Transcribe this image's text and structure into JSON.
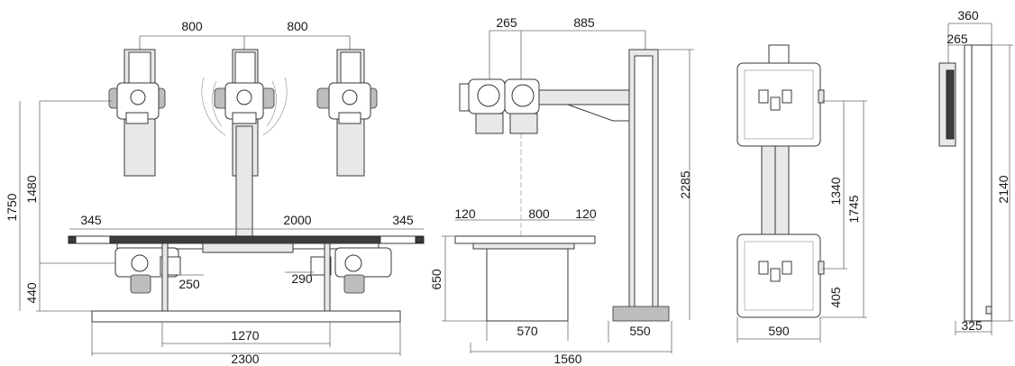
{
  "front_view": {
    "dims": {
      "tube_spacing_left": "800",
      "tube_spacing_right": "800",
      "height_1750": "1750",
      "height_1480": "1480",
      "height_440": "440",
      "table_overhang_left": "345",
      "table_length": "2000",
      "table_overhang_right": "345",
      "offset_250": "250",
      "offset_290": "290",
      "base_inner": "1270",
      "base_total": "2300"
    }
  },
  "side_view": {
    "dims": {
      "arm_offset_265": "265",
      "arm_length_885": "885",
      "column_height": "2285",
      "table_edge_left": "120",
      "table_width": "800",
      "table_edge_right": "120",
      "table_height": "650",
      "table_base": "570",
      "column_base": "550",
      "overall_depth": "1560"
    }
  },
  "bucky_front_view": {
    "dims": {
      "travel_1340": "1340",
      "travel_1745": "1745",
      "min_height": "405",
      "width": "590"
    }
  },
  "bucky_side_view": {
    "dims": {
      "depth_360": "360",
      "depth_265": "265",
      "height_2140": "2140",
      "base_325": "325"
    }
  }
}
